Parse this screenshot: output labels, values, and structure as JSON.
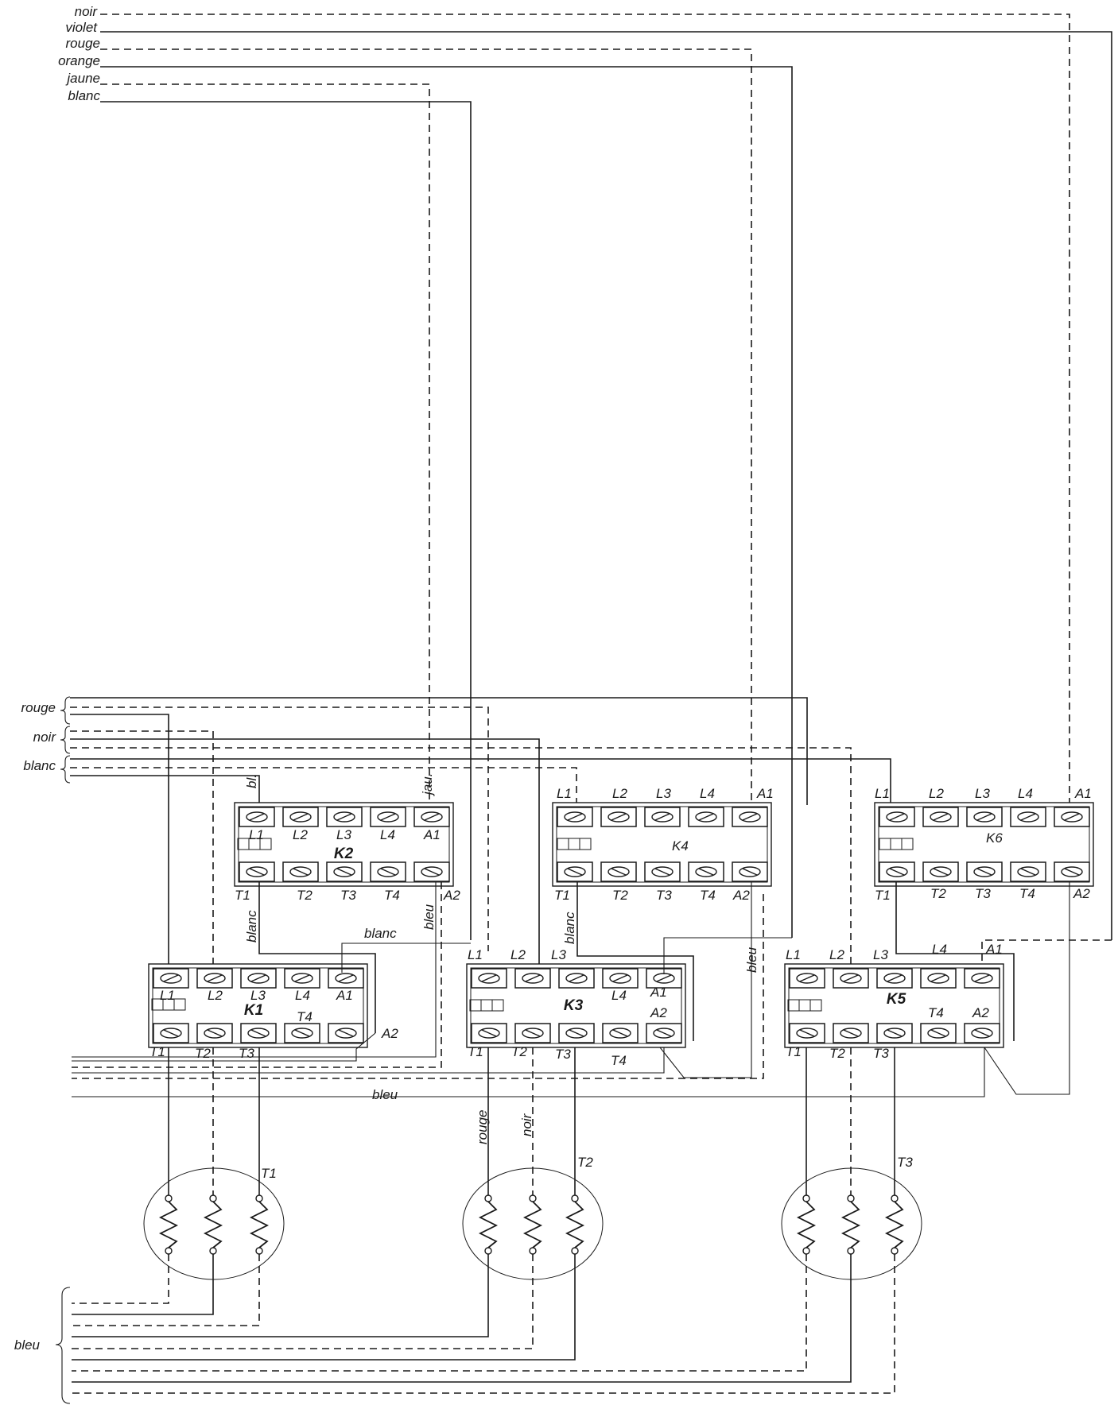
{
  "supply_labels": [
    "noir",
    "violet",
    "rouge",
    "orange",
    "jaune",
    "blanc"
  ],
  "side_labels": {
    "rouge": "rouge",
    "noir": "noir",
    "blanc": "blanc",
    "bleu": "bleu"
  },
  "wire_labels": {
    "bl": "bl.",
    "jau": "jau.",
    "blanc": "blanc",
    "bleu": "bleu",
    "rouge": "rouge",
    "noir": "noir"
  },
  "terminals": {
    "top": [
      "L1",
      "L2",
      "L3",
      "L4",
      "A1"
    ],
    "bottom": [
      "T1",
      "T2",
      "T3",
      "T4",
      "A2"
    ]
  },
  "contactors": {
    "K1": "K1",
    "K2": "K2",
    "K3": "K3",
    "K4": "K4",
    "K5": "K5",
    "K6": "K6"
  },
  "heaters": {
    "T1": "T1",
    "T2": "T2",
    "T3": "T3"
  }
}
